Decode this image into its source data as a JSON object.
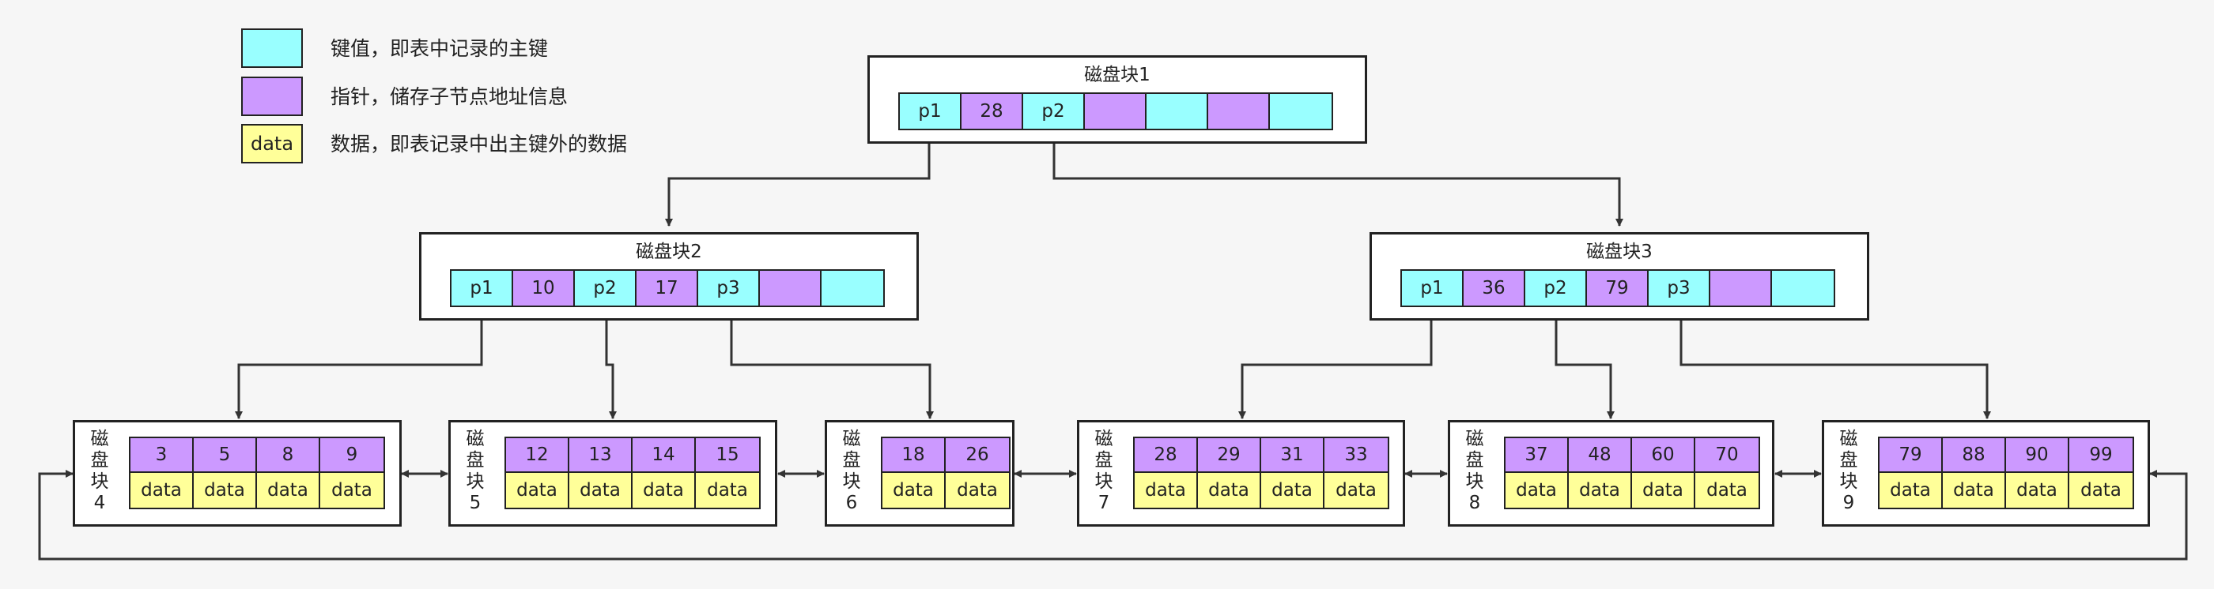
{
  "legend": [
    {
      "swatch_text": "",
      "color": "#99ffff",
      "text": "键值，即表中记录的主键"
    },
    {
      "swatch_text": "",
      "color": "#cc99ff",
      "text": "指针，储存子节点地址信息"
    },
    {
      "swatch_text": "data",
      "color": "#ffff99",
      "text": "数据，即表记录中出主键外的数据"
    }
  ],
  "root": {
    "title": "磁盘块1",
    "cells": [
      {
        "type": "key",
        "text": "p1"
      },
      {
        "type": "ptr",
        "text": "28"
      },
      {
        "type": "key",
        "text": "p2"
      },
      {
        "type": "ptr",
        "text": ""
      },
      {
        "type": "key",
        "text": ""
      },
      {
        "type": "ptr",
        "text": ""
      },
      {
        "type": "key",
        "text": ""
      }
    ]
  },
  "internal": [
    {
      "title": "磁盘块2",
      "cells": [
        {
          "type": "key",
          "text": "p1"
        },
        {
          "type": "ptr",
          "text": "10"
        },
        {
          "type": "key",
          "text": "p2"
        },
        {
          "type": "ptr",
          "text": "17"
        },
        {
          "type": "key",
          "text": "p3"
        },
        {
          "type": "ptr",
          "text": ""
        },
        {
          "type": "key",
          "text": ""
        }
      ]
    },
    {
      "title": "磁盘块3",
      "cells": [
        {
          "type": "key",
          "text": "p1"
        },
        {
          "type": "ptr",
          "text": "36"
        },
        {
          "type": "key",
          "text": "p2"
        },
        {
          "type": "ptr",
          "text": "79"
        },
        {
          "type": "key",
          "text": "p3"
        },
        {
          "type": "ptr",
          "text": ""
        },
        {
          "type": "key",
          "text": ""
        }
      ]
    }
  ],
  "leaves": [
    {
      "label": [
        "磁",
        "盘",
        "块",
        "4"
      ],
      "keys": [
        "3",
        "5",
        "8",
        "9"
      ],
      "data": [
        "data",
        "data",
        "data",
        "data"
      ]
    },
    {
      "label": [
        "磁",
        "盘",
        "块",
        "5"
      ],
      "keys": [
        "12",
        "13",
        "14",
        "15"
      ],
      "data": [
        "data",
        "data",
        "data",
        "data"
      ]
    },
    {
      "label": [
        "磁",
        "盘",
        "块",
        "6"
      ],
      "keys": [
        "18",
        "26"
      ],
      "data": [
        "data",
        "data"
      ]
    },
    {
      "label": [
        "磁",
        "盘",
        "块",
        "7"
      ],
      "keys": [
        "28",
        "29",
        "31",
        "33"
      ],
      "data": [
        "data",
        "data",
        "data",
        "data"
      ]
    },
    {
      "label": [
        "磁",
        "盘",
        "块",
        "8"
      ],
      "keys": [
        "37",
        "48",
        "60",
        "70"
      ],
      "data": [
        "data",
        "data",
        "data",
        "data"
      ]
    },
    {
      "label": [
        "磁",
        "盘",
        "块",
        "9"
      ],
      "keys": [
        "79",
        "88",
        "90",
        "99"
      ],
      "data": [
        "data",
        "data",
        "data",
        "data"
      ]
    }
  ]
}
